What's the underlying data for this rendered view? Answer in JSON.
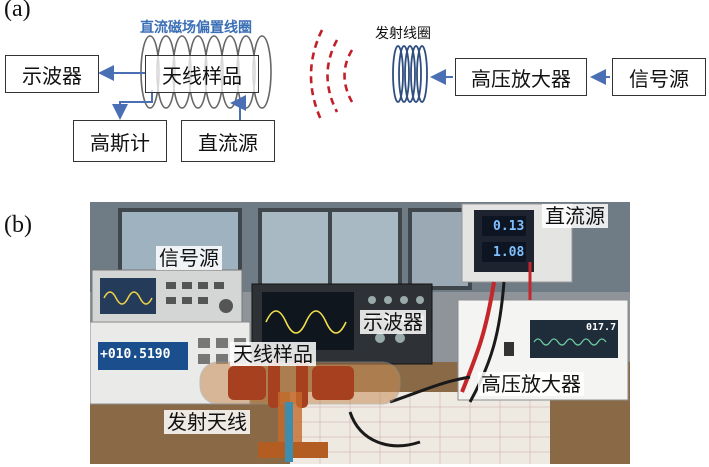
{
  "panel_a": {
    "label": "(a)",
    "caption_bias_coil": "直流磁场偏置线圈",
    "caption_tx_coil": "发射线圈",
    "boxes": {
      "oscilloscope": "示波器",
      "antenna_sample": "天线样品",
      "gaussmeter": "高斯计",
      "dc_source": "直流源",
      "hv_amplifier": "高压放大器",
      "signal_source": "信号源"
    }
  },
  "panel_b": {
    "label": "(b)",
    "tags": {
      "dc_source": "直流源",
      "signal_source": "信号源",
      "oscilloscope": "示波器",
      "antenna_sample": "天线样品",
      "hv_amplifier": "高压放大器",
      "tx_antenna": "发射天线"
    },
    "displays": {
      "dc_top": "0.13",
      "dc_bottom": "1.08",
      "gaussmeter": "+010.5190",
      "amp_readout": "017.7"
    }
  },
  "colors": {
    "arrow": "#4a6fb5",
    "coil": "#555555",
    "wave": "#c0202a",
    "caption_blue": "#3b6fb6"
  }
}
